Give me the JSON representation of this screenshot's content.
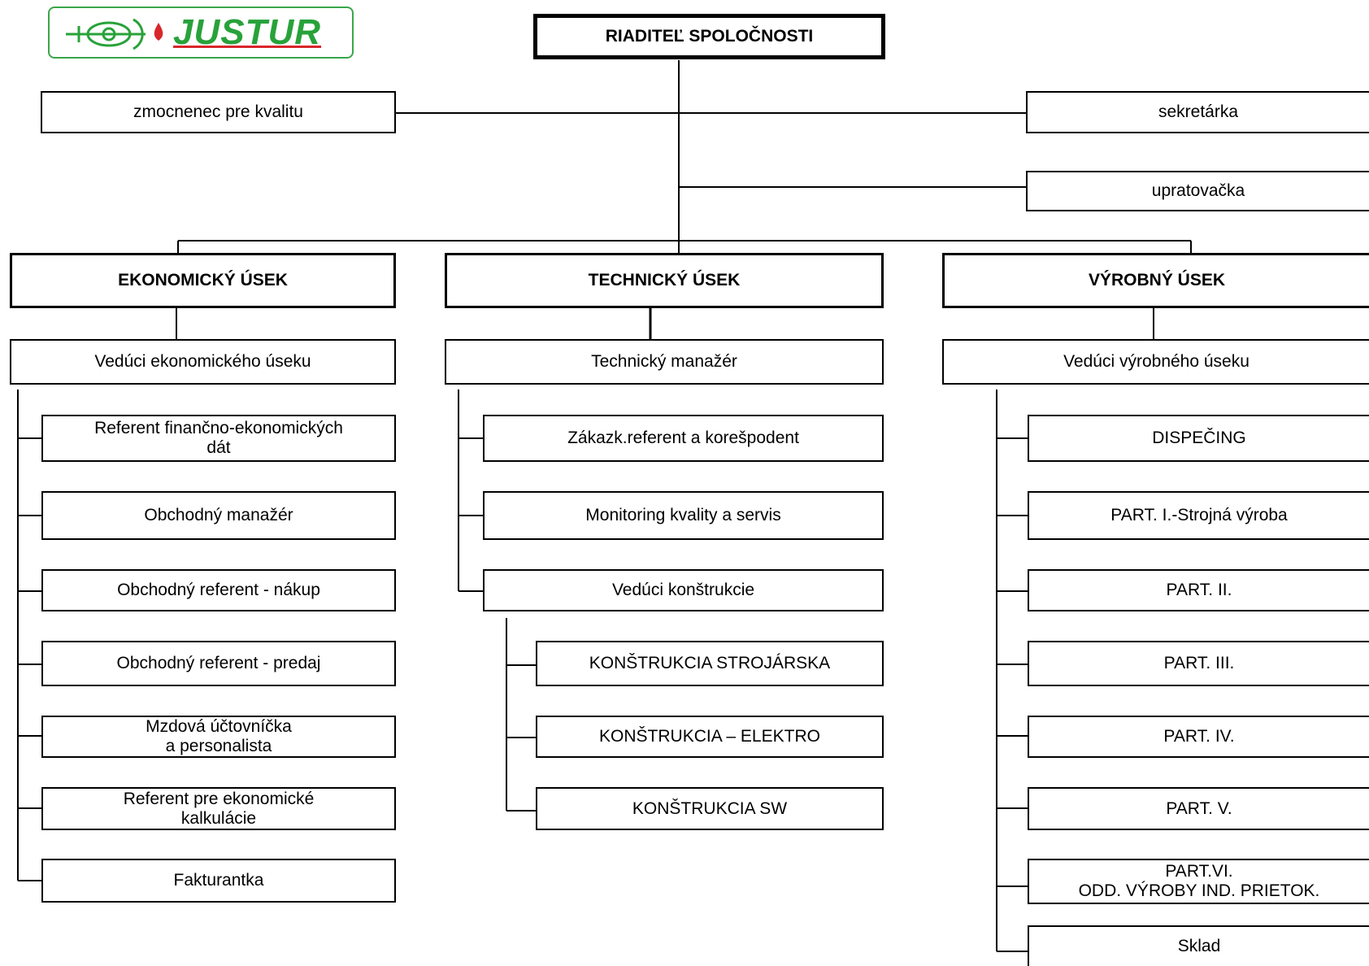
{
  "logo": {
    "text": "JUSTUR",
    "green": "#28a23a",
    "red": "#d8262b"
  },
  "director": "RIADITEĽ SPOLOČNOSTI",
  "staff": {
    "quality": "zmocnenec pre kvalitu",
    "secretary": "sekretárka",
    "cleaner": "upratovačka"
  },
  "divisions": [
    {
      "title": "EKONOMICKÝ ÚSEK",
      "head": "Vedúci ekonomického úseku",
      "units": [
        "Referent finančno-ekonomických\ndát",
        "Obchodný manažér",
        "Obchodný referent - nákup",
        "Obchodný referent - predaj",
        "Mzdová účtovníčka\n a personalista",
        "Referent pre ekonomické\nkalkulácie",
        "Fakturantka"
      ]
    },
    {
      "title": "TECHNICKÝ ÚSEK",
      "head": "Technický manažér",
      "units": [
        "Zákazk.referent a korešpodent",
        "Monitoring kvality a servis",
        "Vedúci konštrukcie"
      ],
      "subunits": [
        "KONŠTRUKCIA STROJÁRSKA",
        "KONŠTRUKCIA – ELEKTRO",
        "KONŠTRUKCIA SW"
      ]
    },
    {
      "title": "VÝROBNÝ ÚSEK",
      "head": "Vedúci výrobného úseku",
      "units": [
        "DISPEČING",
        "PART. I.-Strojná výroba",
        "PART. II.",
        "PART. III.",
        "PART. IV.",
        "PART. V.",
        "PART.VI.\nODD. VÝROBY IND. PRIETOK.",
        "Sklad"
      ]
    }
  ]
}
